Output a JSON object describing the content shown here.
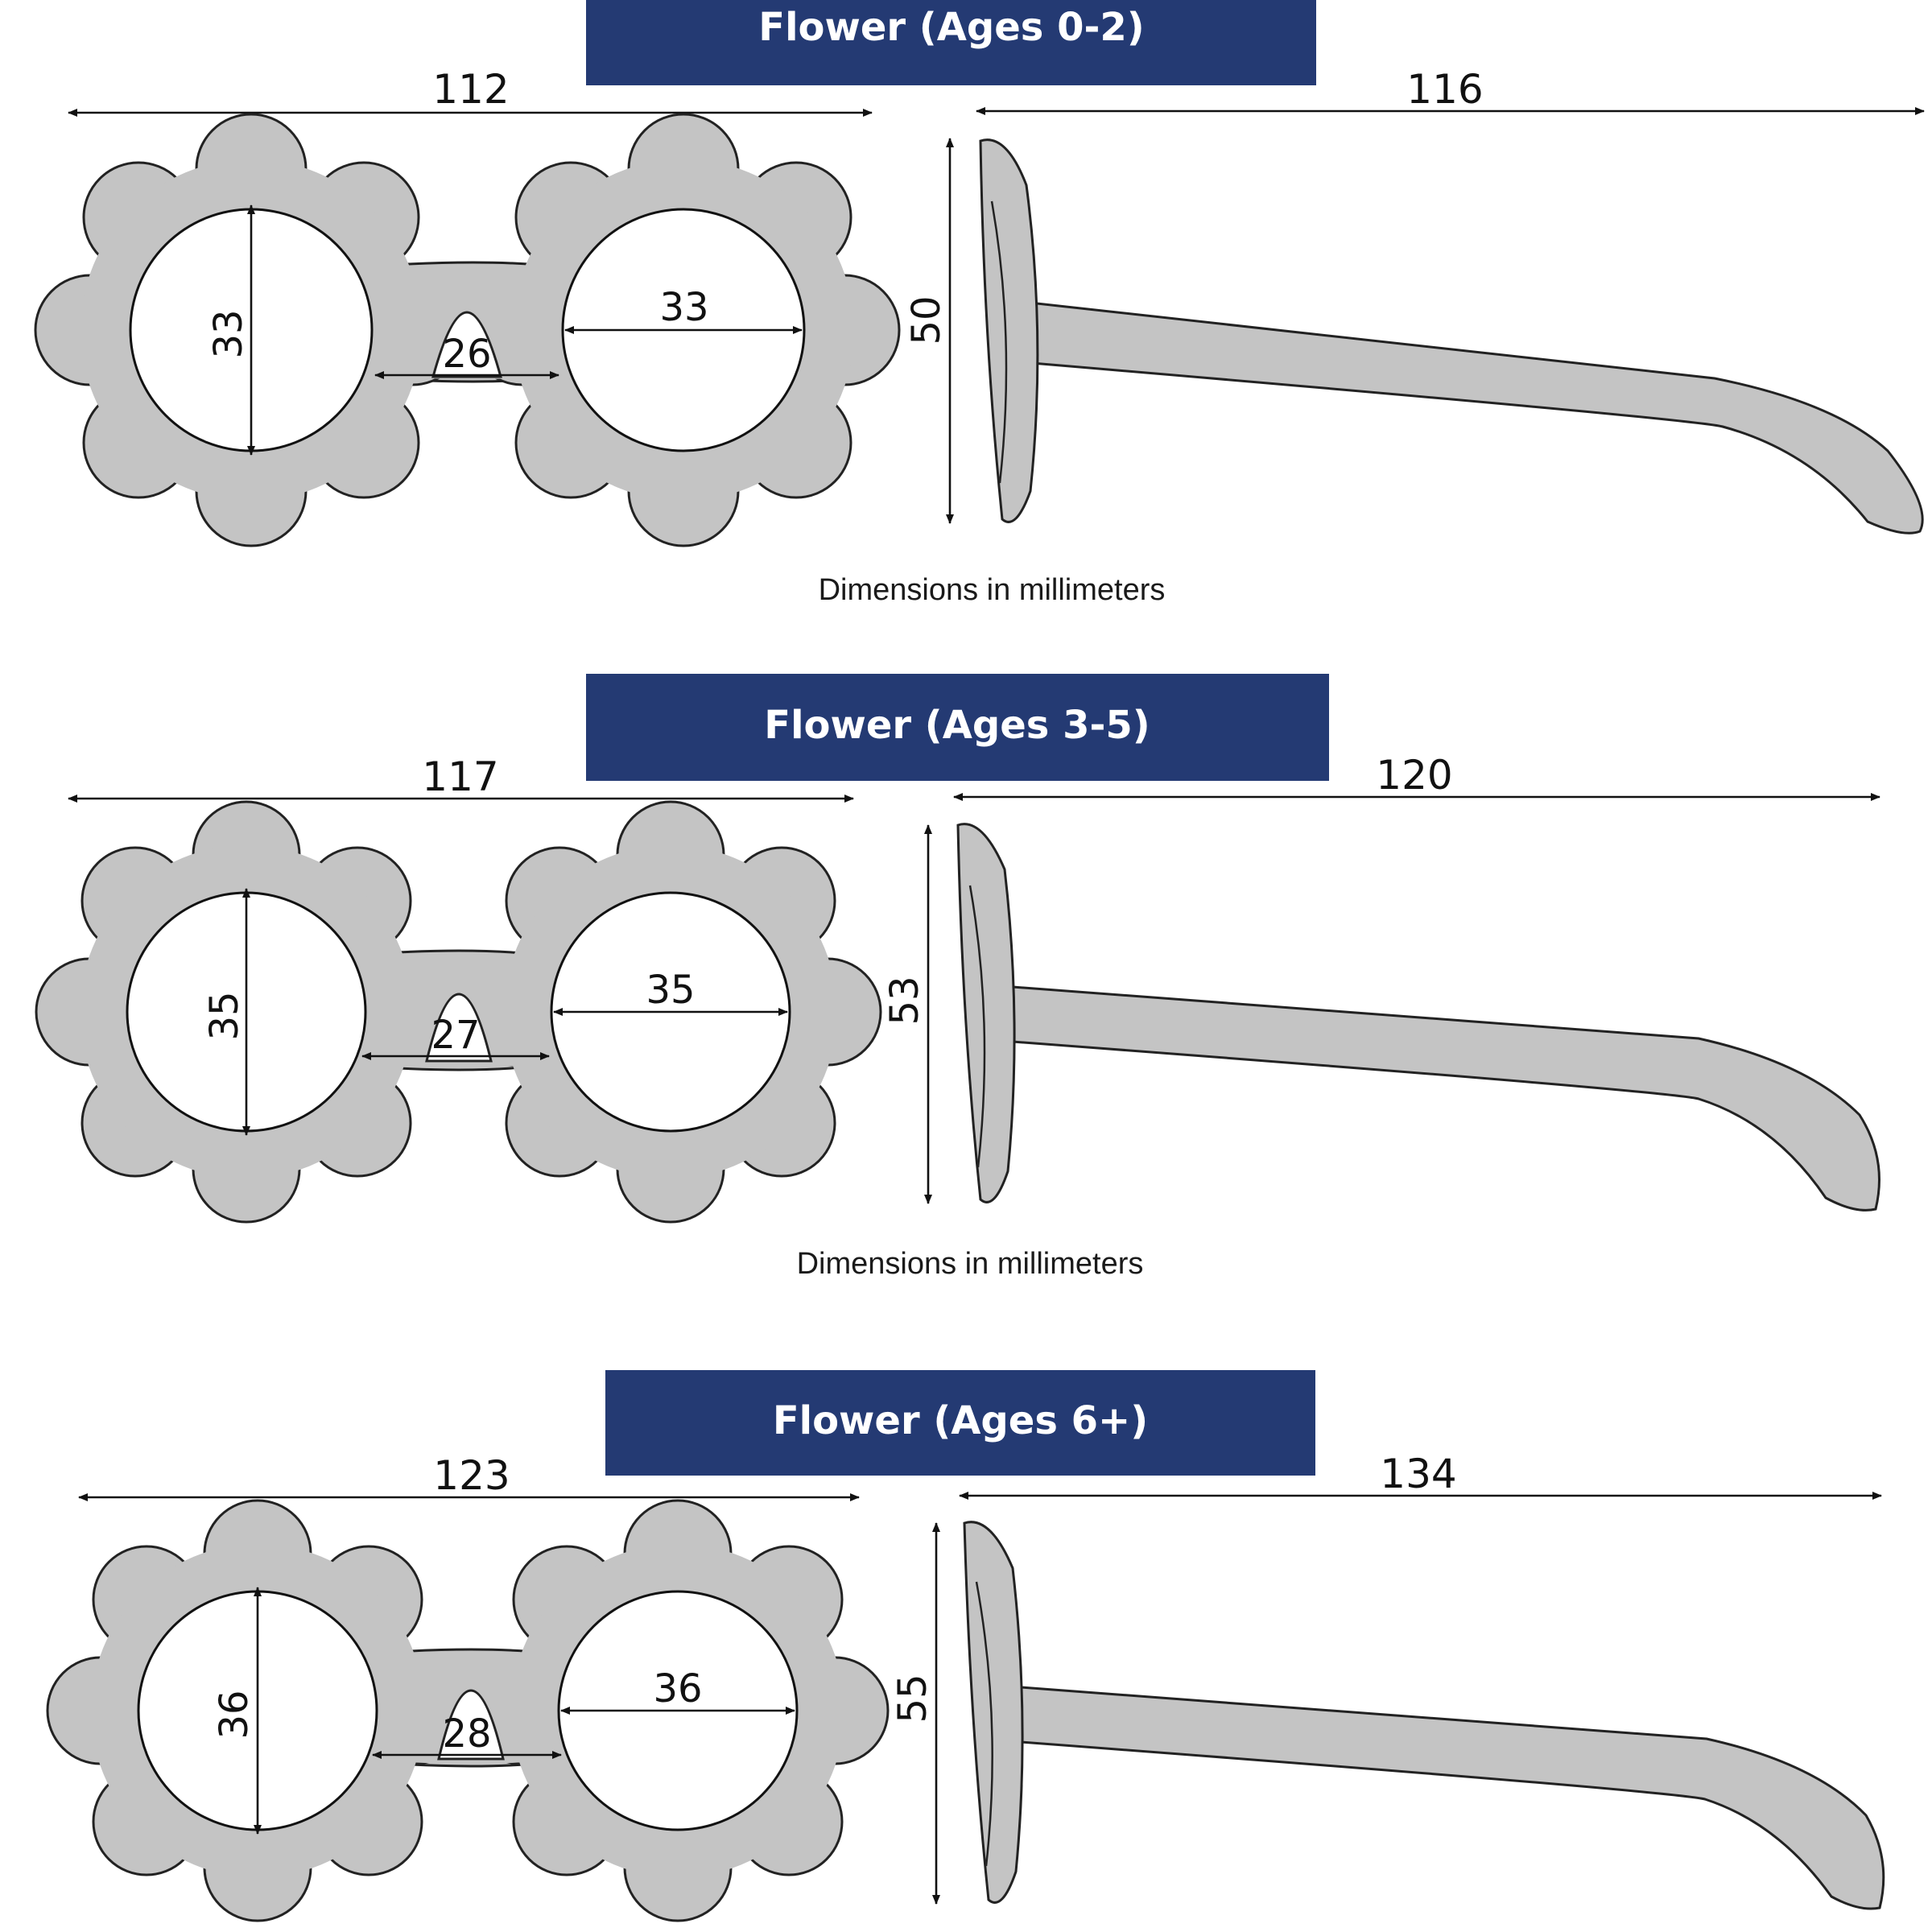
{
  "unit_caption": "Dimensions in millimeters",
  "colors": {
    "banner": "#243a73",
    "frame": "#c4c4c4",
    "outline": "#222222",
    "background": "#ffffff"
  },
  "sizes": [
    {
      "title": "Flower (Ages 0-2)",
      "frame_width": "112",
      "temple_length": "116",
      "lens_height": "33",
      "lens_width": "33",
      "bridge": "26",
      "side_height": "50",
      "caption": "Dimensions in millimeters"
    },
    {
      "title": "Flower (Ages 3-5)",
      "frame_width": "117",
      "temple_length": "120",
      "lens_height": "35",
      "lens_width": "35",
      "bridge": "27",
      "side_height": "53",
      "caption": "Dimensions in millimeters"
    },
    {
      "title": "Flower (Ages 6+)",
      "frame_width": "123",
      "temple_length": "134",
      "lens_height": "36",
      "lens_width": "36",
      "bridge": "28",
      "side_height": "55",
      "caption": ""
    }
  ]
}
